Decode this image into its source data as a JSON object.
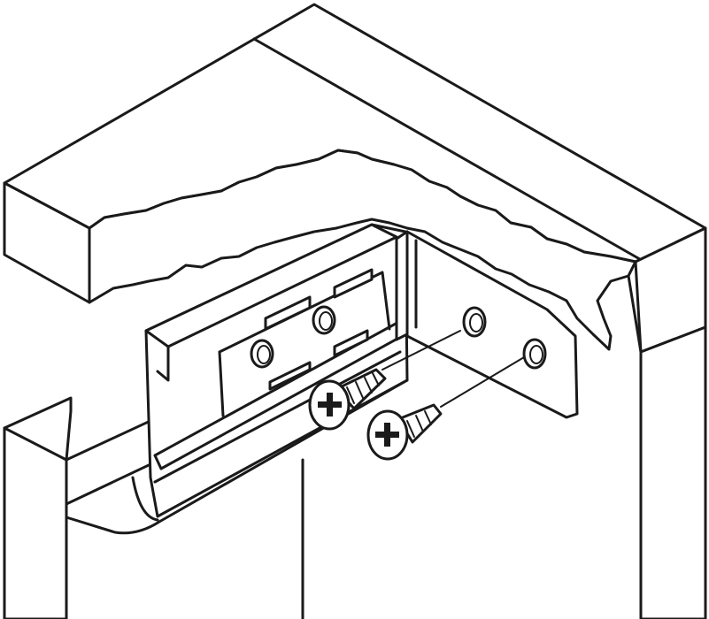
{
  "illustration": {
    "subject": "",
    "parts": [
      {
        "name": "countertop"
      },
      {
        "name": "cabinet"
      },
      {
        "name": "mounting-rail"
      },
      {
        "name": "corner-bracket"
      },
      {
        "name": "screw"
      },
      {
        "name": "screw"
      }
    ],
    "colors": {
      "line": "#1a1a1a",
      "fill": "#ffffff"
    },
    "icons": [
      "phillips-screw-head-icon",
      "mounting-hole-icon"
    ]
  }
}
